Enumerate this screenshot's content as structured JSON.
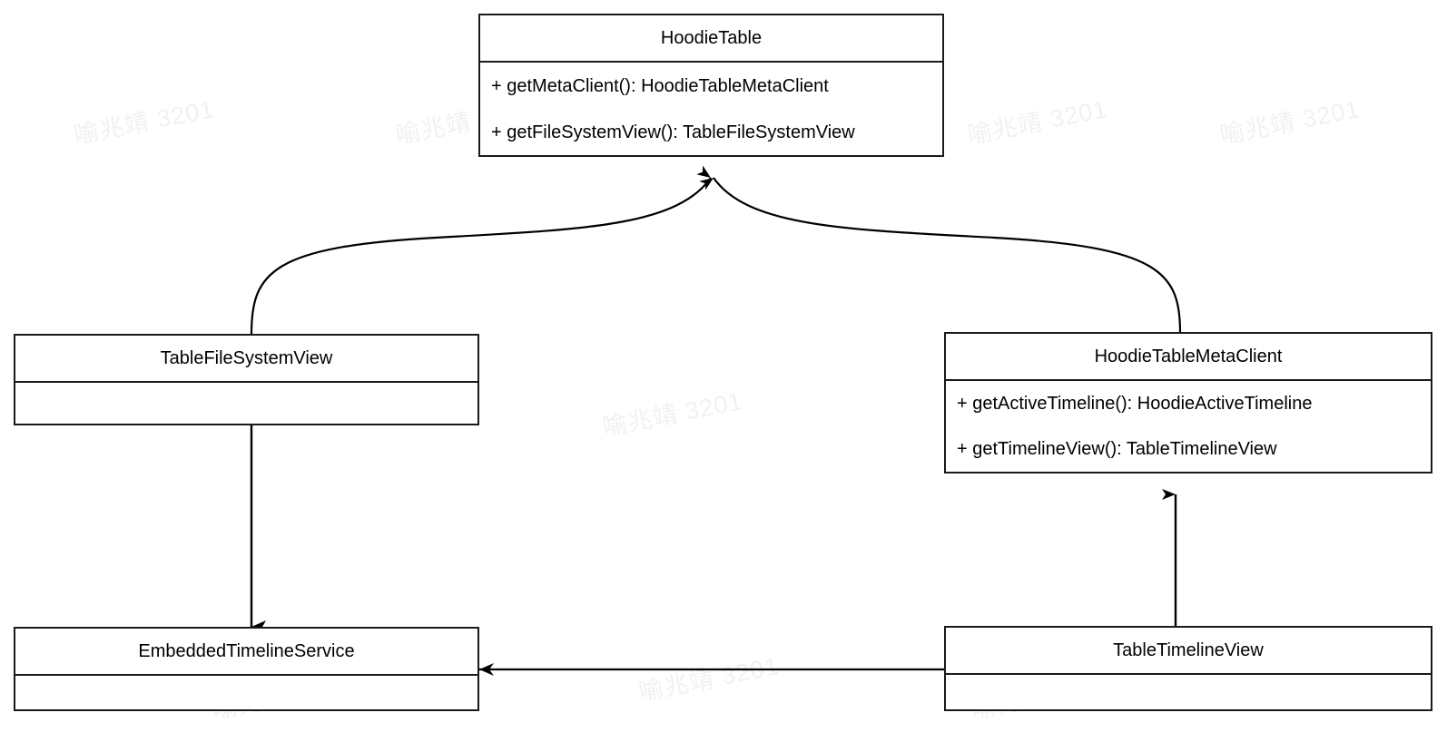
{
  "diagram": {
    "type": "uml-class-diagram",
    "background_color": "#ffffff",
    "line_color": "#1a1a1a",
    "text_color": "#000000",
    "watermark": {
      "text": "喻兆靖 3201",
      "color": "#f1f1f1",
      "rotation_deg": -11
    },
    "classes": [
      {
        "id": "hoodietable",
        "name": "HoodieTable",
        "members": [
          "+ getMetaClient(): HoodieTableMetaClient",
          "+ getFileSystemView(): TableFileSystemView"
        ]
      },
      {
        "id": "tablefilesystemview",
        "name": "TableFileSystemView",
        "members": []
      },
      {
        "id": "hoodietablemetaclient",
        "name": "HoodieTableMetaClient",
        "members": [
          "+ getActiveTimeline(): HoodieActiveTimeline",
          "+ getTimelineView(): TableTimelineView"
        ]
      },
      {
        "id": "embeddedtimelineservice",
        "name": "EmbeddedTimelineService",
        "members": []
      },
      {
        "id": "tabletimelineview",
        "name": "TableTimelineView",
        "members": []
      }
    ],
    "edges": [
      {
        "id": "edge-tablefilesystemview-to-hoodietable",
        "from": "TableFileSystemView",
        "to": "HoodieTable",
        "style": "curved",
        "arrowhead": "filled-triangle"
      },
      {
        "id": "edge-hoodietablemetaclient-to-hoodietable",
        "from": "HoodieTableMetaClient",
        "to": "HoodieTable",
        "style": "curved",
        "arrowhead": "filled-triangle"
      },
      {
        "id": "edge-tablefilesystemview-to-embeddedtimelineservice",
        "from": "TableFileSystemView",
        "to": "EmbeddedTimelineService",
        "style": "straight-vertical",
        "arrowhead": "filled-triangle"
      },
      {
        "id": "edge-tabletimelineview-to-hoodietablemetaclient",
        "from": "TableTimelineView",
        "to": "HoodieTableMetaClient",
        "style": "straight-vertical",
        "arrowhead": "filled-triangle"
      },
      {
        "id": "edge-tabletimelineview-to-embeddedtimelineservice",
        "from": "TableTimelineView",
        "to": "EmbeddedTimelineService",
        "style": "straight-horizontal",
        "arrowhead": "open-barb"
      }
    ]
  }
}
